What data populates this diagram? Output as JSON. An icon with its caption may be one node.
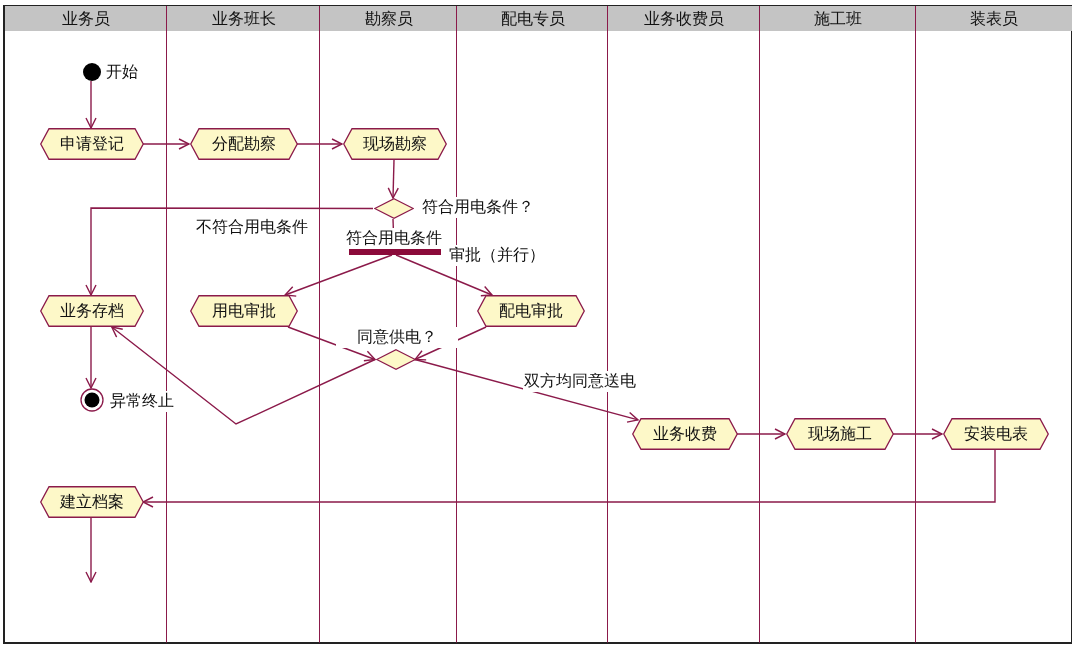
{
  "diagram": {
    "nodes": [
      {
        "text": [
          "业务员"
        ]
      },
      {
        "text": [
          "业务班长"
        ]
      },
      {
        "text": [
          "勘察员"
        ]
      },
      {
        "text": [
          "配电专员"
        ]
      },
      {
        "text": [
          "业务收费员"
        ]
      },
      {
        "text": [
          "施工班"
        ]
      },
      {
        "text": [
          "装表员"
        ]
      },
      {
        "text": [],
        "shape": "circle",
        "beside": [
          "开始"
        ],
        "in": 0
      },
      {
        "text": [
          "申请登记"
        ],
        "in": 0
      },
      {
        "text": [
          "分配勘察"
        ],
        "in": 1
      },
      {
        "text": [
          "现场勘察"
        ],
        "in": 2
      },
      {
        "text": [],
        "shape": "diamond",
        "beside": [
          "符合用电条件？"
        ],
        "in": 2
      },
      {
        "text": [],
        "shape": "bar",
        "beside": [
          "审批（并行）"
        ],
        "in": 2
      },
      {
        "text": [
          "业务存档"
        ],
        "in": 0
      },
      {
        "text": [
          "用电审批"
        ],
        "in": 1
      },
      {
        "text": [
          "配电审批"
        ],
        "in": 3
      },
      {
        "text": [],
        "shape": "diamond",
        "beside": [
          "同意供电？"
        ],
        "in": 2
      },
      {
        "text": [],
        "shape": "circle",
        "beside": [
          "异常终止"
        ],
        "in": 0
      },
      {
        "text": [
          "业务收费"
        ],
        "in": 4
      },
      {
        "text": [
          "现场施工"
        ],
        "in": 5
      },
      {
        "text": [
          "安装电表"
        ],
        "in": 6
      },
      {
        "text": [
          "建立档案"
        ],
        "in": 0
      }
    ],
    "edges": [
      {
        "from": 7,
        "to": 8,
        "arrow": "to"
      },
      {
        "from": 8,
        "to": 9,
        "arrow": "to"
      },
      {
        "from": 9,
        "to": 10,
        "arrow": "to"
      },
      {
        "from": 10,
        "to": 11,
        "arrow": "to"
      },
      {
        "from": 11,
        "to": 13,
        "arrow": "to",
        "label": "不符合用电条件"
      },
      {
        "from": 11,
        "to": 12,
        "arrow": "to",
        "label": "符合用电条件"
      },
      {
        "from": 12,
        "to": 14,
        "arrow": "to"
      },
      {
        "from": 12,
        "to": 15,
        "arrow": "to"
      },
      {
        "from": 14,
        "to": 16,
        "arrow": "to"
      },
      {
        "from": 15,
        "to": 16,
        "arrow": "to"
      },
      {
        "from": 16,
        "to": 13,
        "arrow": "to"
      },
      {
        "from": 16,
        "to": 18,
        "arrow": "to",
        "label": "双方均同意送电"
      },
      {
        "from": 13,
        "to": 17,
        "arrow": "to"
      },
      {
        "from": 18,
        "to": 19,
        "arrow": "to"
      },
      {
        "from": 19,
        "to": 20,
        "arrow": "to"
      },
      {
        "from": 20,
        "to": 21,
        "arrow": "to"
      },
      {
        "from": 21,
        "to": null,
        "arrow": "to"
      }
    ]
  }
}
